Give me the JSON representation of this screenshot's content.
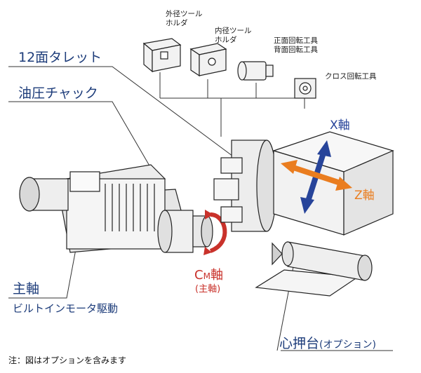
{
  "labels": {
    "turret": "12面タレット",
    "chuck": "油圧チャック",
    "spindle": "主軸",
    "spindle_drive": "ビルトインモータ駆動",
    "tailstock": "心押台",
    "tailstock_option": "(オプション)",
    "x_axis": "X軸",
    "z_axis": "Z軸",
    "cm_axis_c": "C",
    "cm_axis_m": "M",
    "cm_axis_suffix": "軸",
    "cm_axis_note": "(主軸)",
    "note": "注：図はオプションを含みます"
  },
  "tools": [
    {
      "line1": "外径ツール",
      "line2": "ホルダ"
    },
    {
      "line1": "内径ツール",
      "line2": "ホルダ"
    },
    {
      "line1": "正面回転工具",
      "line2": "背面回転工具"
    },
    {
      "line1": "クロス回転工具",
      "line2": ""
    }
  ],
  "colors": {
    "label_blue": "#1d3c7a",
    "x_arrow": "#27449a",
    "z_arrow": "#ea7d1f",
    "cm_arrow": "#c9322b"
  }
}
